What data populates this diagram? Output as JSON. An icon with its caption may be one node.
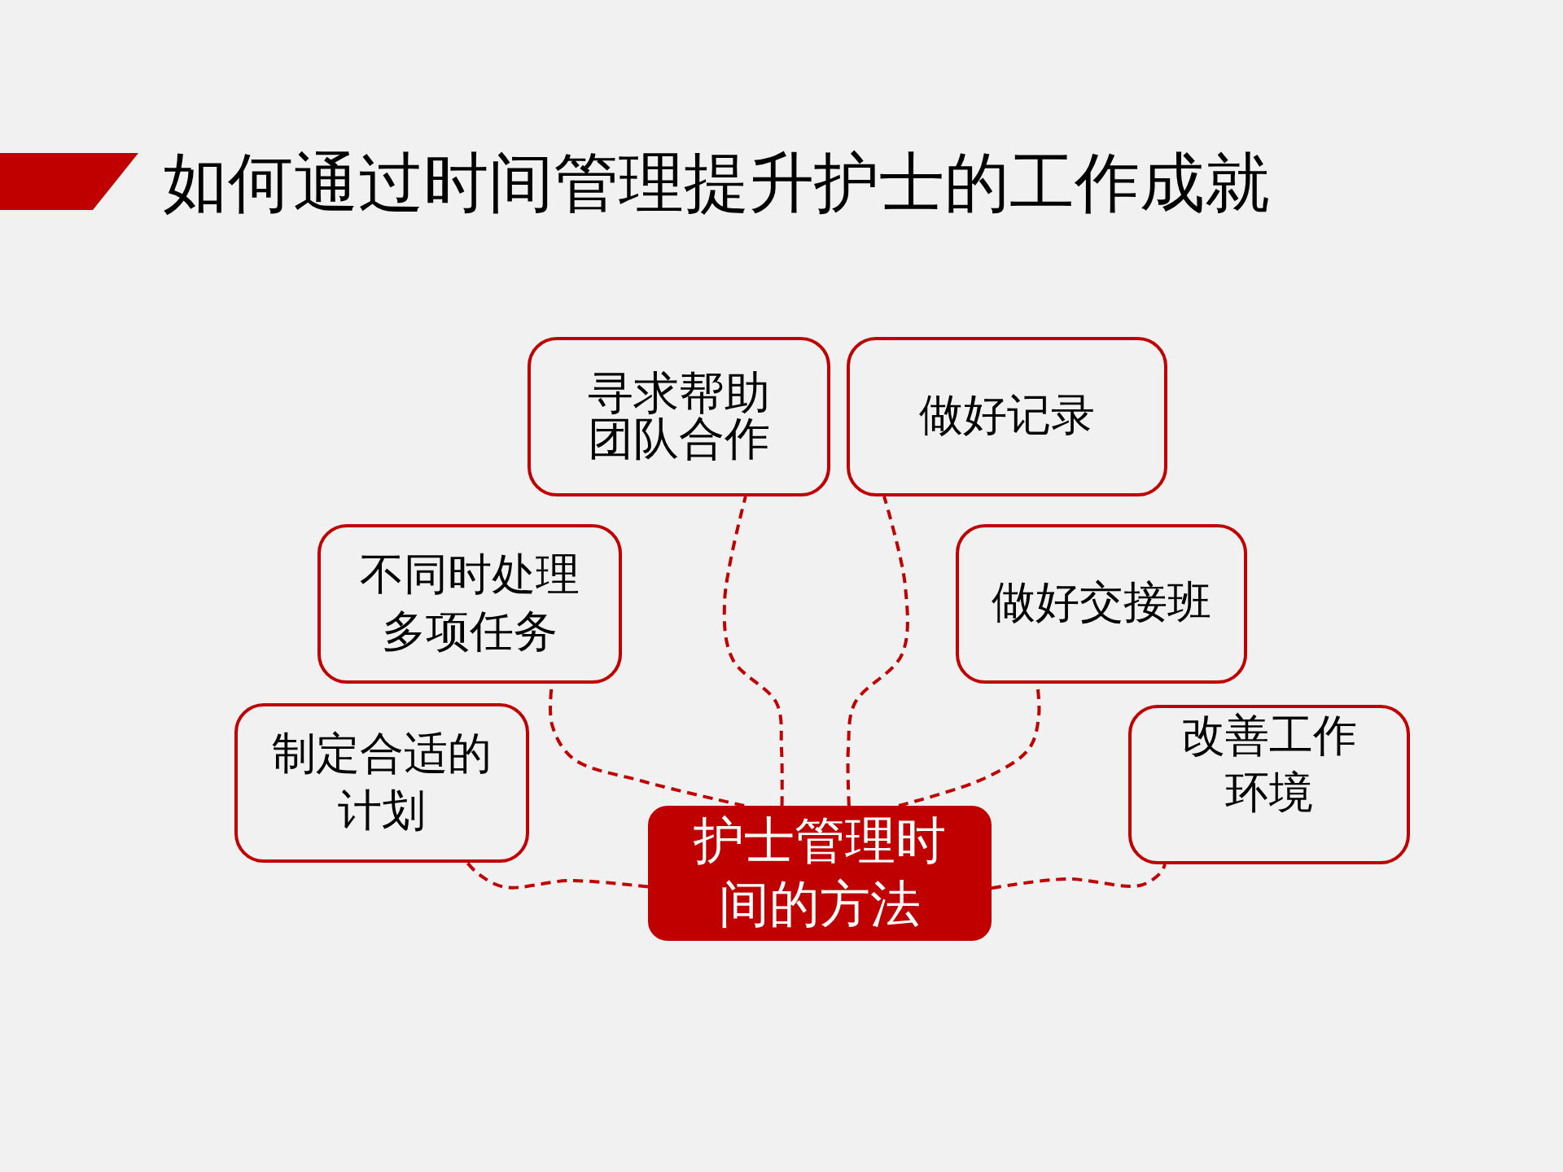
{
  "diagram": {
    "title": "如何通过时间管理提升护士的工作成就",
    "nodes": [
      {
        "text": [
          "寻求帮助团队合作"
        ]
      },
      {
        "text": [
          "做好记录"
        ]
      },
      {
        "text": [
          "不同时处理多项任务"
        ]
      },
      {
        "text": [
          "做好交接班"
        ]
      },
      {
        "text": [
          "制定合适的计划"
        ]
      },
      {
        "text": [
          "改善工作环境"
        ]
      },
      {
        "text": [
          "护士管理时间的方法"
        ]
      }
    ],
    "edges": [
      {
        "from": 6,
        "to": 0,
        "arrow": "none",
        "style": "dashed"
      },
      {
        "from": 6,
        "to": 1,
        "arrow": "none",
        "style": "dashed"
      },
      {
        "from": 6,
        "to": 2,
        "arrow": "none",
        "style": "dashed"
      },
      {
        "from": 6,
        "to": 3,
        "arrow": "none",
        "style": "dashed"
      },
      {
        "from": 6,
        "to": 4,
        "arrow": "none",
        "style": "dashed"
      },
      {
        "from": 6,
        "to": 5,
        "arrow": "none",
        "style": "dashed"
      }
    ]
  }
}
